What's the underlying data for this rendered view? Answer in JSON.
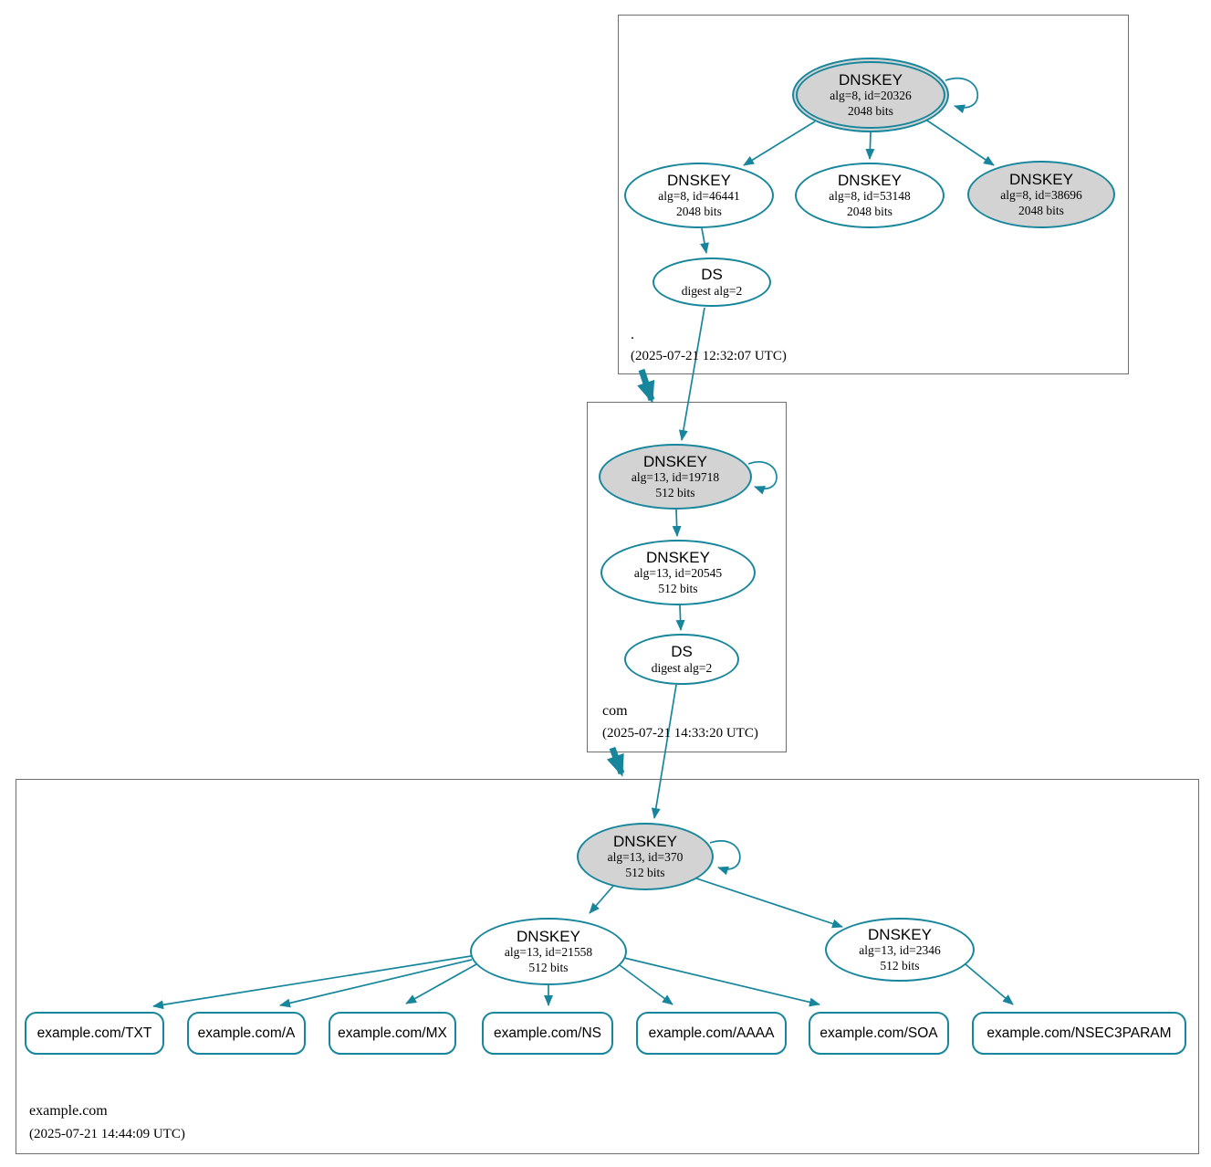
{
  "colors": {
    "edge": "#17869c",
    "node_border": "#17869c",
    "ksk_fill": "#d3d3d3",
    "node_fill": "#ffffff",
    "zone_box_border": "#6e6e6e"
  },
  "zones": [
    {
      "label": ".",
      "timestamp": "(2025-07-21 12:32:07 UTC)",
      "nodes": [
        {
          "title": "DNSKEY",
          "line1": "alg=8, id=20326",
          "line2": "2048 bits"
        },
        {
          "title": "DNSKEY",
          "line1": "alg=8, id=46441",
          "line2": "2048 bits"
        },
        {
          "title": "DNSKEY",
          "line1": "alg=8, id=53148",
          "line2": "2048 bits"
        },
        {
          "title": "DNSKEY",
          "line1": "alg=8, id=38696",
          "line2": "2048 bits"
        },
        {
          "title": "DS",
          "line1": "digest alg=2"
        }
      ]
    },
    {
      "label": "com",
      "timestamp": "(2025-07-21 14:33:20 UTC)",
      "nodes": [
        {
          "title": "DNSKEY",
          "line1": "alg=13, id=19718",
          "line2": "512 bits"
        },
        {
          "title": "DNSKEY",
          "line1": "alg=13, id=20545",
          "line2": "512 bits"
        },
        {
          "title": "DS",
          "line1": "digest alg=2"
        }
      ]
    },
    {
      "label": "example.com",
      "timestamp": "(2025-07-21 14:44:09 UTC)",
      "nodes": [
        {
          "title": "DNSKEY",
          "line1": "alg=13, id=370",
          "line2": "512 bits"
        },
        {
          "title": "DNSKEY",
          "line1": "alg=13, id=21558",
          "line2": "512 bits"
        },
        {
          "title": "DNSKEY",
          "line1": "alg=13, id=2346",
          "line2": "512 bits"
        }
      ],
      "rrsets": [
        "example.com/TXT",
        "example.com/A",
        "example.com/MX",
        "example.com/NS",
        "example.com/AAAA",
        "example.com/SOA",
        "example.com/NSEC3PARAM"
      ]
    }
  ]
}
